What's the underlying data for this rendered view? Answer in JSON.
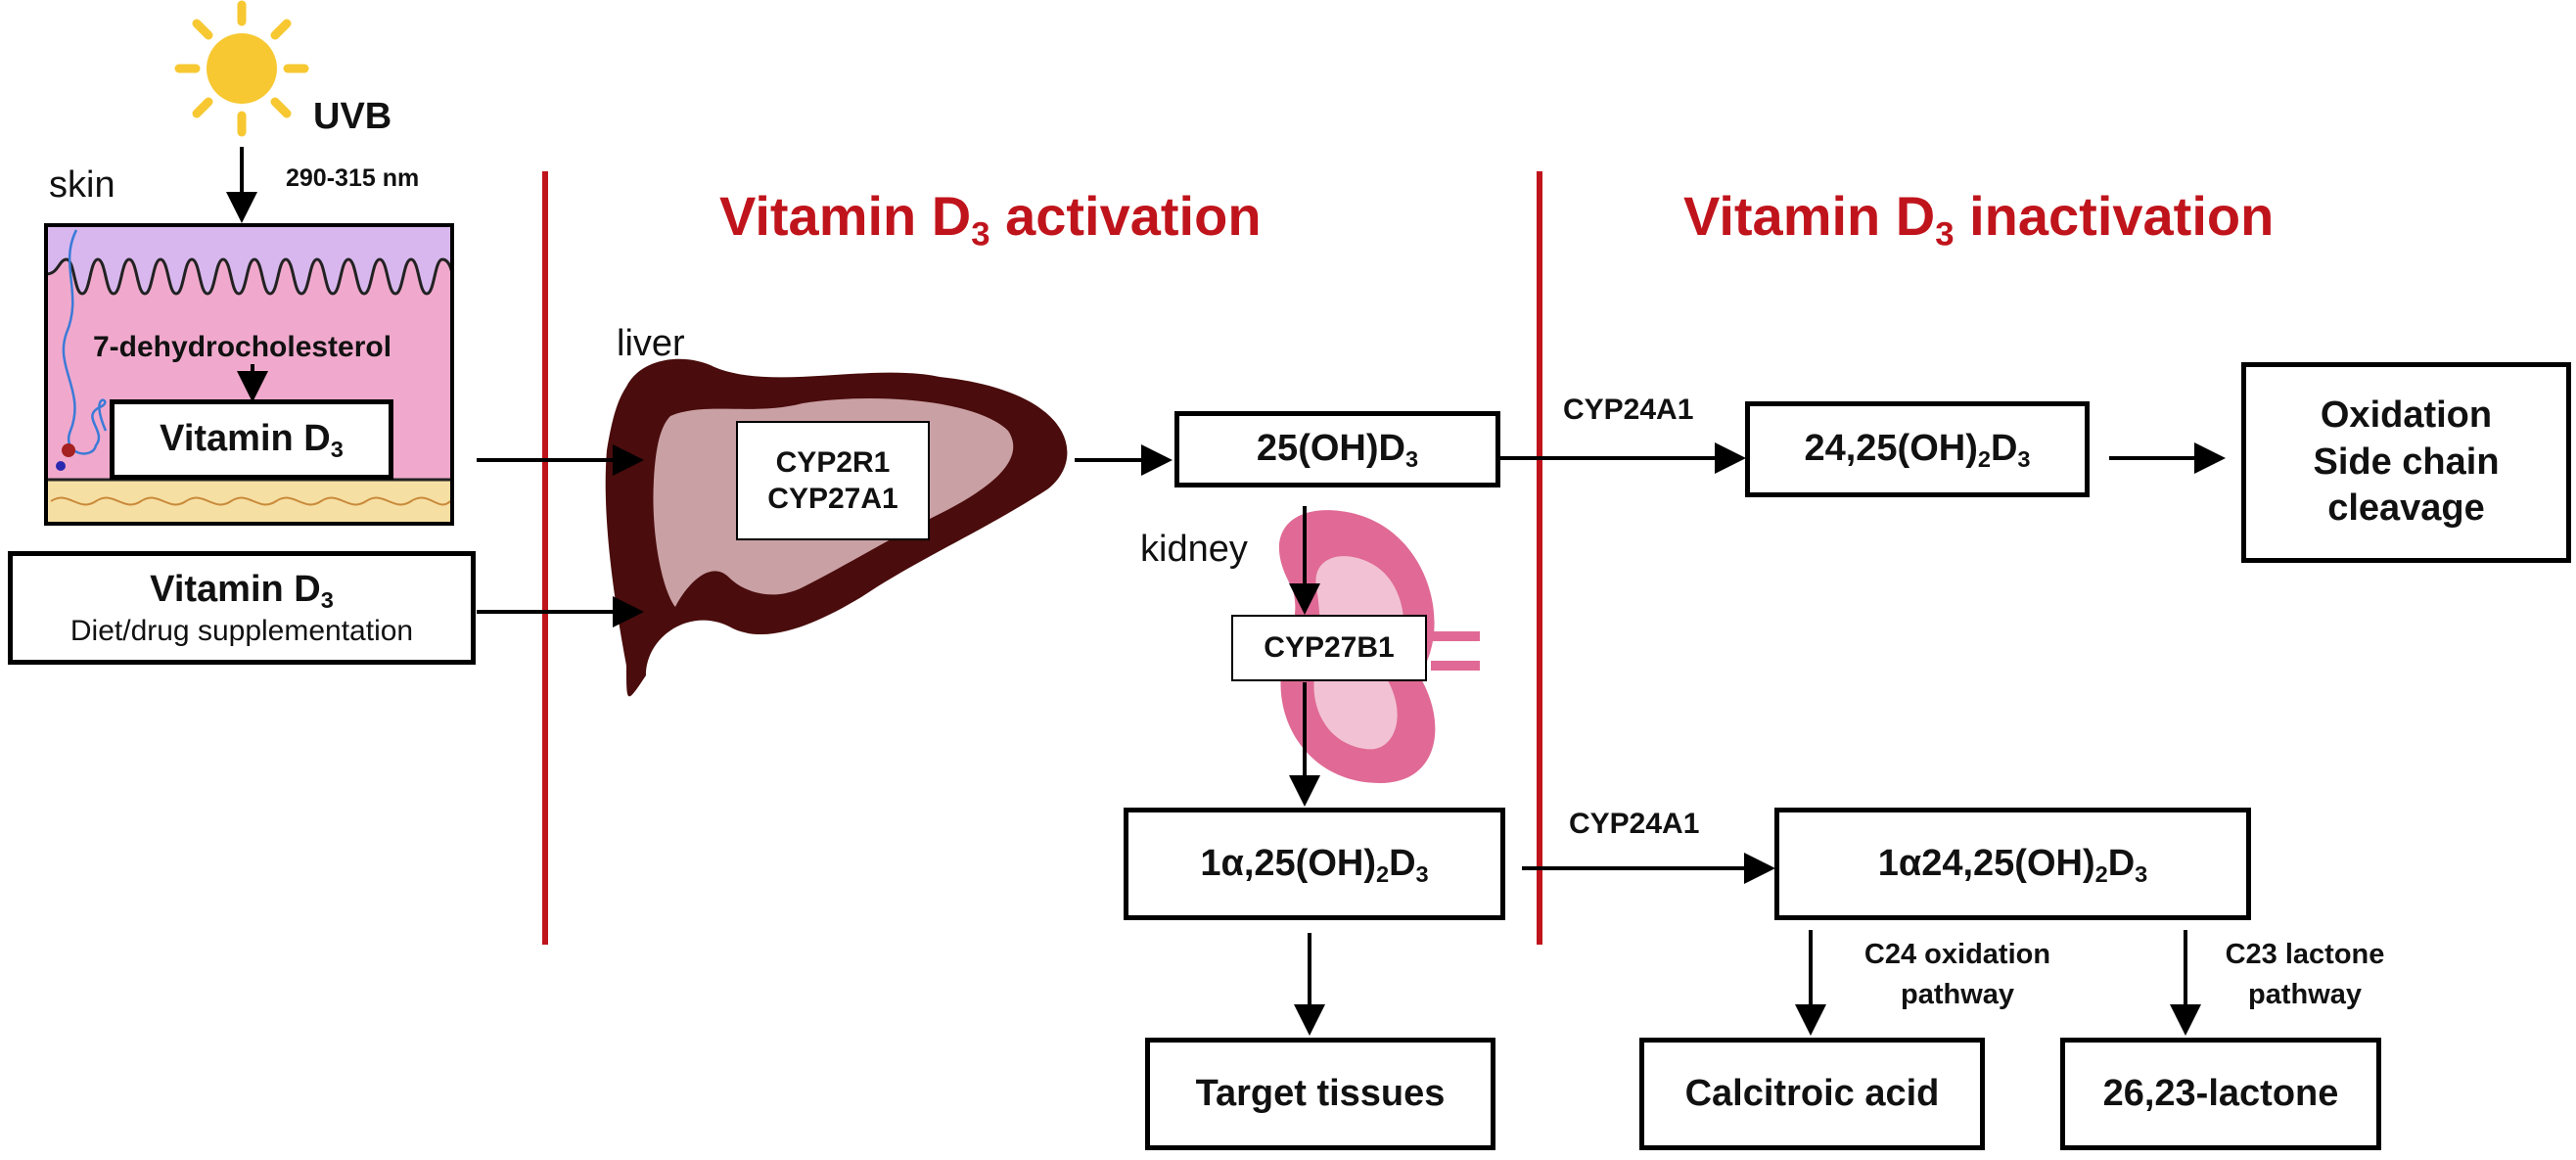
{
  "colors": {
    "accent_red": "#c0141c",
    "liver_dark": "#4a0c0c",
    "liver_light": "#c9a0a4",
    "kidney_pink": "#e06a95",
    "skin_pink": "#f0a9cc",
    "skin_purple": "#d8b7ee",
    "sun_yellow": "#f7c831",
    "fat_yellow": "#f6dfa3"
  },
  "icons": [
    "sun-icon",
    "skin-section-icon",
    "liver-icon",
    "kidney-icon"
  ],
  "uvb": {
    "label": "UVB",
    "wavelength": "290-315 nm"
  },
  "skin": {
    "label": "skin",
    "precursor": "7-dehydrocholesterol",
    "product_main": "Vitamin D",
    "product_sub": "3"
  },
  "diet": {
    "title_main": "Vitamin D",
    "title_sub": "3",
    "subtitle": "Diet/drug supplementation"
  },
  "sections": {
    "activation": {
      "title_main": "Vitamin D",
      "title_sub": "3",
      "title_rest": " activation"
    },
    "inactivation": {
      "title_main": "Vitamin D",
      "title_sub": "3",
      "title_rest": " inactivation"
    }
  },
  "liver": {
    "label": "liver",
    "enzyme_1": "CYP2R1",
    "enzyme_2": "CYP27A1"
  },
  "kidney": {
    "label": "kidney",
    "enzyme": "CYP27B1"
  },
  "metabolites": {
    "oh25": {
      "a": "25(OH)D",
      "b": "3"
    },
    "dihydroxy": {
      "a": "1α,25(OH)",
      "b": "2",
      "c": "D",
      "d": "3"
    },
    "d2425": {
      "a": "24,25(OH)",
      "b": "2",
      "c": "D",
      "d": "3"
    },
    "d1a2425": {
      "a": "1α24,25(OH)",
      "b": "2",
      "c": "D",
      "d": "3"
    }
  },
  "enzymes": {
    "cyp24a1_top": "CYP24A1",
    "cyp24a1_bottom": "CYP24A1"
  },
  "oxidation": {
    "line1": "Oxidation",
    "line2": "Side chain",
    "line3": "cleavage"
  },
  "outputs": {
    "target": "Target tissues",
    "calcitroic": "Calcitroic acid",
    "lactone": "26,23-lactone"
  },
  "pathways": {
    "c24_line1": "C24 oxidation",
    "c24_line2": "pathway",
    "c23_line1": "C23 lactone",
    "c23_line2": "pathway"
  }
}
